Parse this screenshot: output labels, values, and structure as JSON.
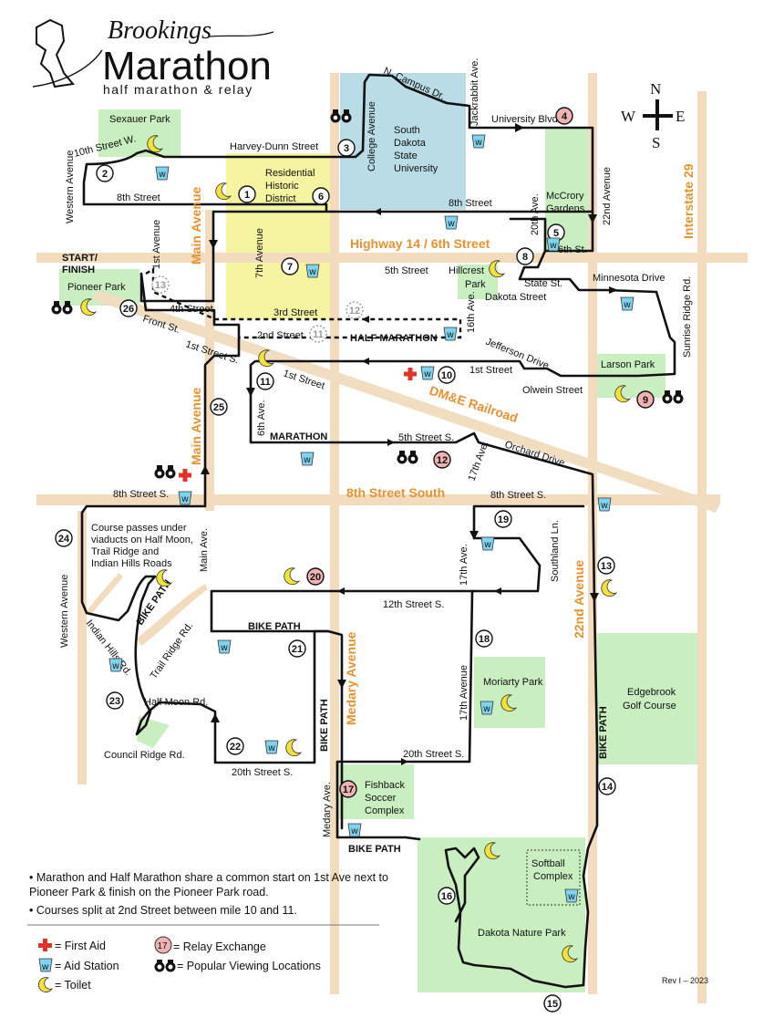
{
  "title": {
    "brand": "Brookings",
    "name": "Marathon",
    "tagline": "half marathon & relay"
  },
  "compass": {
    "n": "N",
    "s": "S",
    "e": "E",
    "w": "W"
  },
  "highways": {
    "hwy14": "Highway 14 / 6th Street",
    "i29": "Interstate 29",
    "railroad": "DM&E Railroad",
    "eighth_south": "8th Street South",
    "main_ave": "Main Avenue",
    "medary": "Medary Avenue",
    "twentysecond": "22nd Avenue"
  },
  "streets": {
    "western_n": "Western Avenue",
    "tenth_w": "10th Street W.",
    "harvey": "Harvey-Dunn Street",
    "eighth": "8th Street",
    "eighth_e": "8th Street",
    "college": "College Avenue",
    "n_campus": "N. Campus Dr.",
    "jackrabbit": "Jackrabbit Ave.",
    "university": "University Blvd",
    "first_ave": "1st Avenue",
    "seventh_ave": "7th Avenue",
    "fifth_st": "5th Street",
    "fourth_st": "4th Street",
    "third_st": "3rd Street",
    "second_st": "2nd Street",
    "front": "Front St.",
    "first_st_s": "1st Street S.",
    "first_st": "1st Street",
    "sixth_ave": "6th Ave.",
    "twentieth_ave": "20th Ave.",
    "sixth_st": "6th St.",
    "twentysecond_ave": "22nd Avenue",
    "state": "State St.",
    "dakota": "Dakota Street",
    "minnesota": "Minnesota Drive",
    "sunrise": "Sunrise Ridge Rd.",
    "sixteenth": "16th Ave.",
    "jefferson": "Jefferson Drive",
    "first_st_e": "1st Street",
    "olwein": "Olwein Street",
    "fifth_s": "5th Street S.",
    "seventeenth_ave_n": "17th Ave.",
    "orchard": "Orchard Drive",
    "eighth_s": "8th Street S.",
    "eighth_s_e": "8th Street S.",
    "seventeenth_ave": "17th Ave.",
    "southland": "Southland Ln.",
    "twelfth": "12th Street S.",
    "western_s": "Western Avenue",
    "indian_hills": "Indian Hills Rd.",
    "trail_ridge": "Trail Ridge Rd.",
    "half_moon": "Half Moon Rd.",
    "council": "Council Ridge Rd.",
    "main_ave_s": "Main Ave.",
    "seventeenth_avenue": "17th Avenue",
    "twentieth_s": "20th Street S.",
    "twentieth_s_e": "20th Street S.",
    "medary_ave": "Medary Ave."
  },
  "route_labels": {
    "half": "HALF MARATHON",
    "full": "MARATHON",
    "bike1": "BIKE PATH",
    "bike2": "BIKE PATH",
    "bike3": "BIKE PATH",
    "bike4": "BIKE PATH",
    "bike5": "BIKE PATH",
    "start": "START/",
    "finish": "FINISH"
  },
  "parks": {
    "sexauer": "Sexauer Park",
    "historic": [
      "Residential",
      "Historic",
      "District"
    ],
    "sdsu": [
      "South",
      "Dakota",
      "State",
      "University"
    ],
    "mccrory": [
      "McCrory",
      "Gardens"
    ],
    "pioneer": "Pioneer Park",
    "hillcrest": [
      "Hillcrest",
      "Park"
    ],
    "larson": "Larson Park",
    "moriarty": "Moriarty Park",
    "edgebrook": [
      "Edgebrook",
      "Golf Course"
    ],
    "fishback": [
      "Fishback",
      "Soccer",
      "Complex"
    ],
    "softball": [
      "Softball",
      "Complex"
    ],
    "nature": "Dakota Nature Park"
  },
  "viaduct_note": [
    "Course passes under",
    "viaducts on Half Moon,",
    "Trail Ridge and",
    "Indian Hills Roads"
  ],
  "miles": [
    "1",
    "2",
    "3",
    "4",
    "5",
    "6",
    "7",
    "8",
    "9",
    "10",
    "11",
    "12",
    "13",
    "14",
    "15",
    "16",
    "17",
    "18",
    "19",
    "20",
    "21",
    "22",
    "23",
    "24",
    "25",
    "26"
  ],
  "half_miles": [
    "11",
    "12",
    "13"
  ],
  "aid_letter": "w",
  "notes": [
    "Marathon and Half Marathon share a common start on 1st Ave next to Pioneer Park & finish on the Pioneer Park road.",
    "Courses split at 2nd Street between mile 10 and 11."
  ],
  "legend": {
    "first_aid": "= First Aid",
    "aid": "= Aid Station",
    "toilet": "= Toilet",
    "relay_num": "17",
    "relay": "= Relay Exchange",
    "viewing": "= Popular Viewing Locations"
  },
  "revision": "Rev I – 2023",
  "colors": {
    "park": "#c9efc1",
    "university": "#b9dce6",
    "historic": "#f5f4a0",
    "highway": "#f3dcbd",
    "railroad": "#f1ddc0",
    "relay": "#f0b2b2",
    "toilet": "#f3e23a",
    "aid": "#7fd3ef",
    "first_aid": "#e0332b",
    "label": "#e8912f"
  }
}
